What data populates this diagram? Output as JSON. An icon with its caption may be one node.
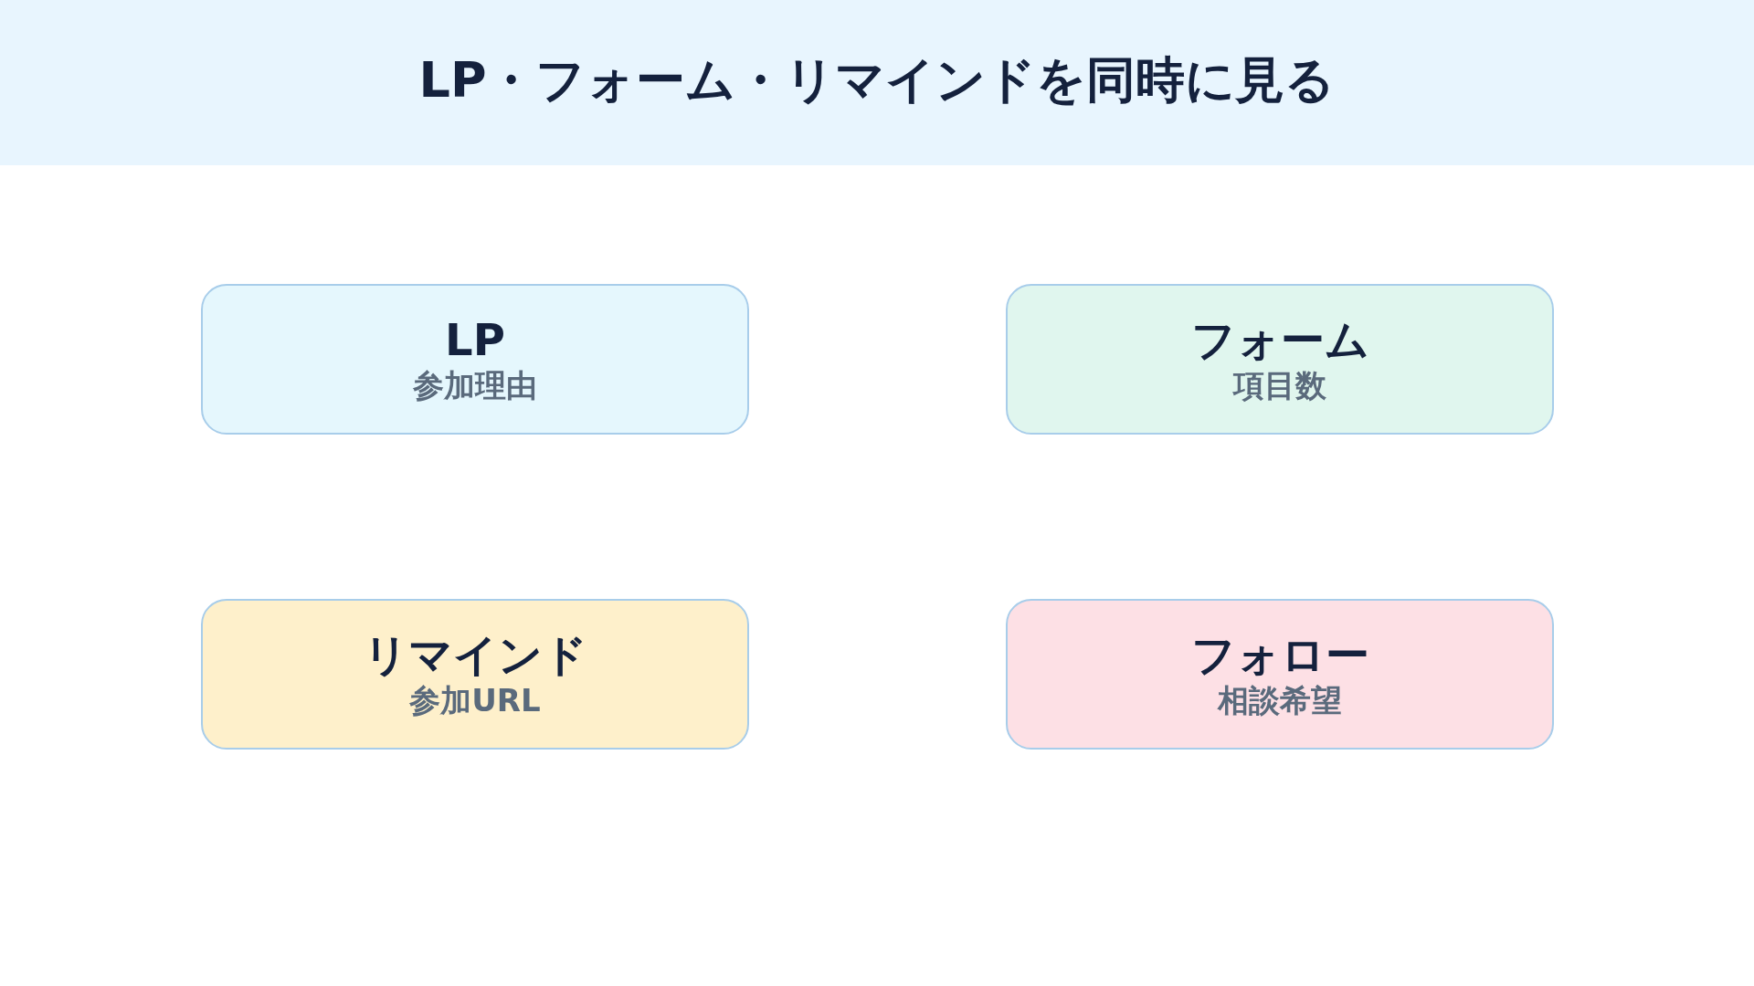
{
  "diagram": {
    "title": "LP・フォーム・リマインドを同時に見る",
    "nodes": [
      {
        "text": [
          "LP",
          "参加理由"
        ]
      },
      {
        "text": [
          "フォーム",
          "項目数"
        ]
      },
      {
        "text": [
          "リマインド",
          "参加URL"
        ]
      },
      {
        "text": [
          "フォロー",
          "相談希望"
        ]
      }
    ]
  }
}
